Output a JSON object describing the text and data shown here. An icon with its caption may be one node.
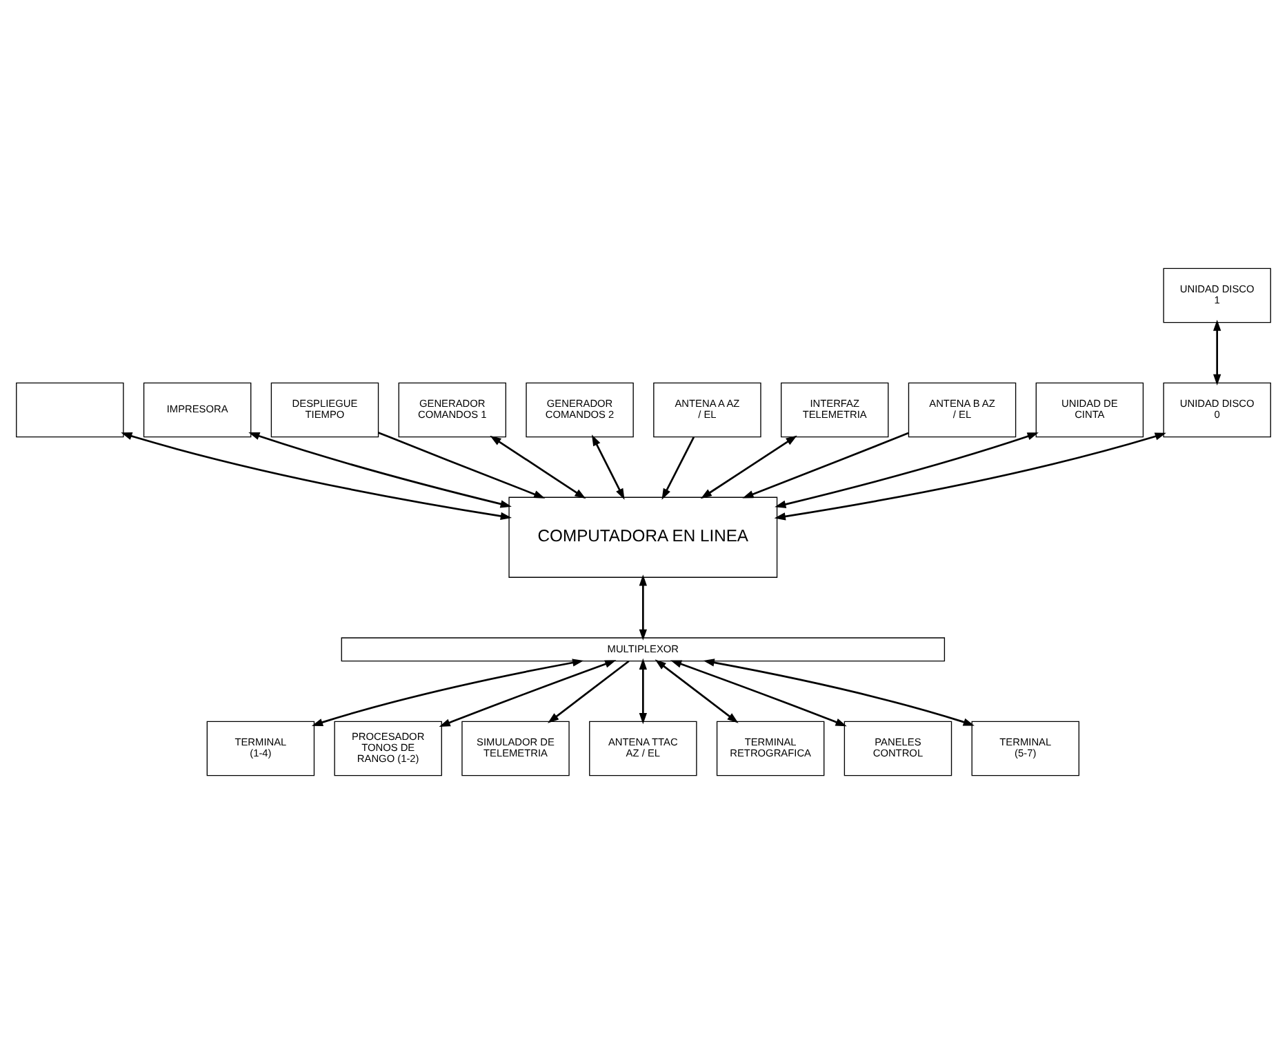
{
  "diagram": {
    "nodes": [
      {
        "text": [],
        "shape": "box"
      },
      {
        "text": [
          "IMPRESORA"
        ]
      },
      {
        "text": [
          "DESPLIEGUE TIEMPO"
        ]
      },
      {
        "text": [
          "GENERADOR COMANDOS 1"
        ]
      },
      {
        "text": [
          "GENERADOR COMANDOS 2"
        ]
      },
      {
        "text": [
          "ANTENA A AZ / EL"
        ]
      },
      {
        "text": [
          "INTERFAZ TELEMETRIA"
        ]
      },
      {
        "text": [
          "ANTENA B AZ / EL"
        ]
      },
      {
        "text": [
          "UNIDAD DE CINTA"
        ]
      },
      {
        "text": [
          "UNIDAD DISCO 1"
        ]
      },
      {
        "text": [
          "COMPUTADORA EN LINEA"
        ]
      },
      {
        "text": [
          "UNIDAD DISCO 0"
        ]
      },
      {
        "text": [
          "MULTIPLEXOR"
        ]
      },
      {
        "text": [
          "TERMINAL (1-4)"
        ]
      },
      {
        "text": [
          "PROCESADOR TONOS DE RANGO (1-2)"
        ]
      },
      {
        "text": [
          "SIMULADOR DE TELEMETRIA"
        ]
      },
      {
        "text": [
          "ANTENA TTAC AZ / EL"
        ]
      },
      {
        "text": [
          "TERMINAL RETROGRAFICA"
        ]
      },
      {
        "text": [
          "PANELES CONTROL"
        ]
      },
      {
        "text": [
          "TERMINAL (5-7)"
        ]
      }
    ],
    "edges": [
      {
        "from": 0,
        "to": 10,
        "arrow": "both"
      },
      {
        "from": 1,
        "to": 10,
        "arrow": "both"
      },
      {
        "from": 2,
        "to": 10,
        "arrow": "to"
      },
      {
        "from": 3,
        "to": 10,
        "arrow": "both"
      },
      {
        "from": 4,
        "to": 10,
        "arrow": "both"
      },
      {
        "from": 5,
        "to": 10,
        "arrow": "to"
      },
      {
        "from": 6,
        "to": 10,
        "arrow": "both"
      },
      {
        "from": 7,
        "to": 10,
        "arrow": "to"
      },
      {
        "from": 8,
        "to": 10,
        "arrow": "both"
      },
      {
        "from": 9,
        "to": 11,
        "arrow": "both"
      },
      {
        "from": 11,
        "to": 10,
        "arrow": "both"
      },
      {
        "from": 10,
        "to": 12,
        "arrow": "both"
      },
      {
        "from": 12,
        "to": 13,
        "arrow": "both"
      },
      {
        "from": 12,
        "to": 17,
        "arrow": "both"
      },
      {
        "from": 12,
        "to": 14,
        "arrow": "both"
      },
      {
        "from": 12,
        "to": 18,
        "arrow": "both"
      },
      {
        "from": 12,
        "to": 15,
        "arrow": "to"
      },
      {
        "from": 12,
        "to": 19,
        "arrow": "both"
      },
      {
        "from": 12,
        "to": 16,
        "arrow": "both"
      }
    ]
  }
}
